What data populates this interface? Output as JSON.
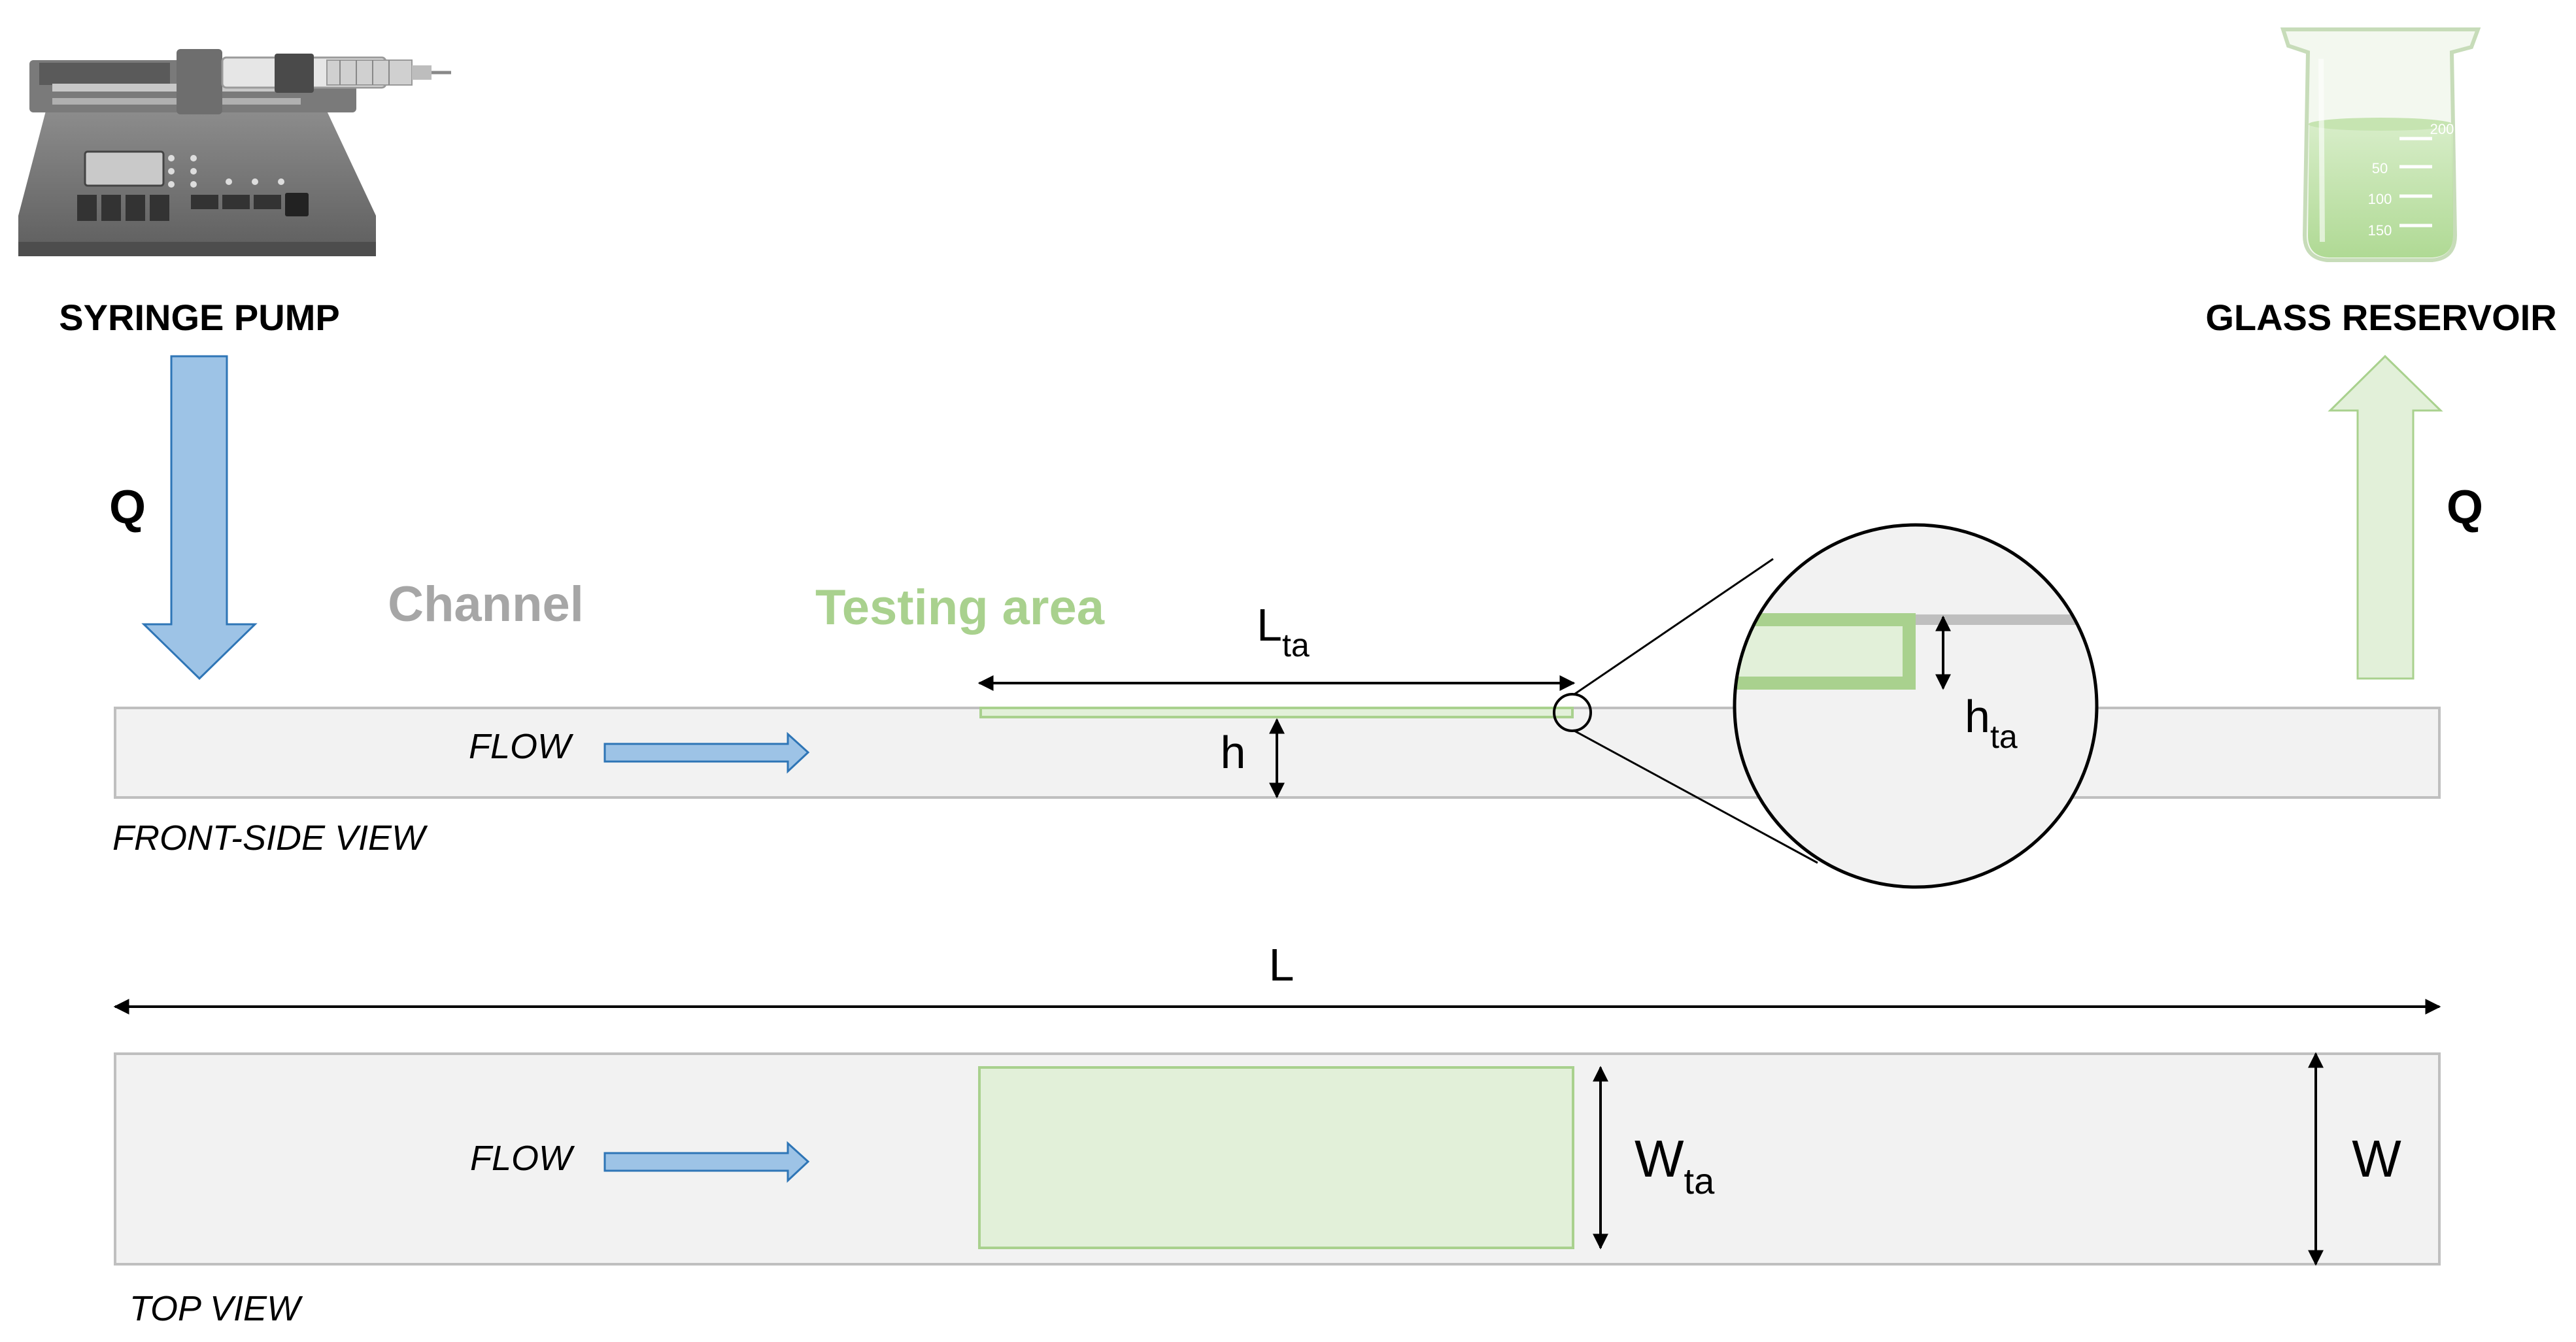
{
  "labels": {
    "syringe_pump": "SYRINGE PUMP",
    "glass_reservoir": "GLASS RESERVOIR",
    "q_in": "Q",
    "q_out": "Q",
    "channel": "Channel",
    "testing_area": "Testing area",
    "flow_front": "FLOW",
    "flow_top": "FLOW",
    "front_side_view": "FRONT-SIDE VIEW",
    "top_view": "TOP VIEW",
    "dim_L": "L",
    "dim_h": "h",
    "dim_W": "W",
    "dim_L_ta_base": "L",
    "dim_L_ta_sub": "ta",
    "dim_h_ta_base": "h",
    "dim_h_ta_sub": "ta",
    "dim_W_ta_base": "W",
    "dim_W_ta_sub": "ta"
  },
  "reservoir_scale": [
    "50",
    "100",
    "150",
    "200"
  ],
  "colors": {
    "channel_fill": "#f2f2f2",
    "channel_stroke": "#bfbfbf",
    "testing_fill": "#e2f0d9",
    "testing_stroke": "#a9d18e",
    "flow_arrow_fill": "#9dc3e6",
    "flow_arrow_stroke": "#2e75b6",
    "out_arrow_fill": "#e2f0d9",
    "out_arrow_stroke": "#a9d18e",
    "channel_label": "#a6a6a6",
    "testing_label": "#a9d18e",
    "text": "#000000"
  }
}
